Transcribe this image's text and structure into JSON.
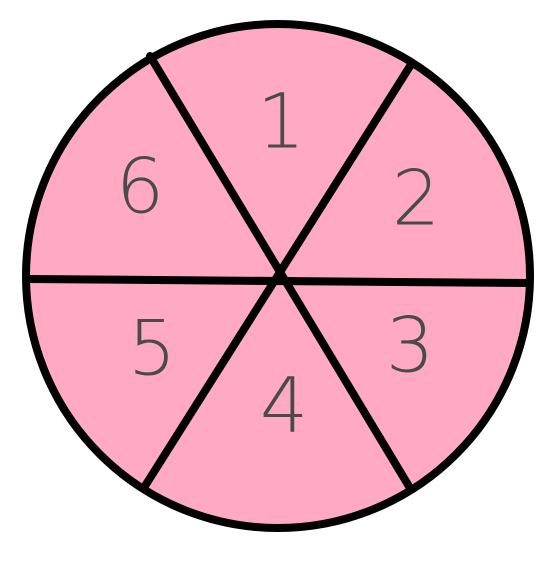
{
  "spinner": {
    "fill_color": "#ffa9c3",
    "outline_color": "#000000",
    "label_color": "#4a4a4a",
    "sections": [
      {
        "label": "1"
      },
      {
        "label": "2"
      },
      {
        "label": "3"
      },
      {
        "label": "4"
      },
      {
        "label": "5"
      },
      {
        "label": "6"
      }
    ]
  }
}
